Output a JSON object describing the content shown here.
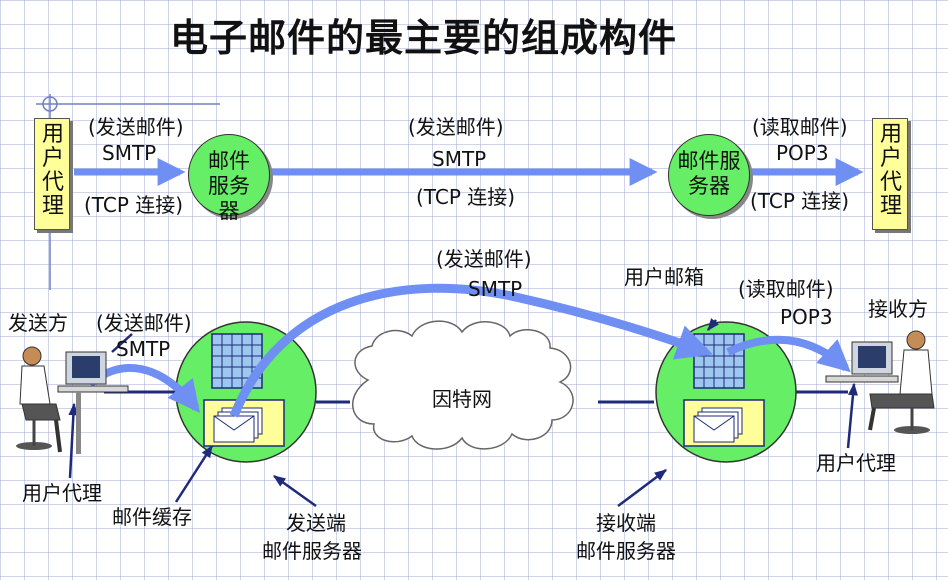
{
  "title": "电子邮件的最主要的组成构件",
  "top_row": {
    "left_agent": "用户代理",
    "right_agent": "用户代理",
    "left_server": "邮件服务器",
    "right_server": "邮件服务器",
    "link1_label1": "(发送邮件)",
    "link1_label2": "SMTP",
    "link1_label3": "(TCP 连接)",
    "link2_label1": "(发送邮件)",
    "link2_label2": "SMTP",
    "link2_label3": "(TCP 连接)",
    "link3_label1": "(读取邮件)",
    "link3_label2": "POP3",
    "link3_label3": "(TCP 连接)"
  },
  "bottom_row": {
    "sender": "发送方",
    "receiver": "接收方",
    "send_label1": "(发送邮件)",
    "send_label2": "SMTP",
    "relay_label1": "(发送邮件)",
    "relay_label2": "SMTP",
    "read_label1": "(读取邮件)",
    "read_label2": "POP3",
    "internet": "因特网",
    "mailbox": "用户邮箱",
    "left_agent": "用户代理",
    "right_agent": "用户代理",
    "mail_cache": "邮件缓存",
    "send_server1": "发送端",
    "send_server2": "邮件服务器",
    "recv_server1": "接收端",
    "recv_server2": "邮件服务器"
  },
  "colors": {
    "arrow": "#6f8ff2",
    "server_green": "#66ee66",
    "agent_yellow": "#ffff99",
    "link_navy": "#1f2a7a"
  }
}
